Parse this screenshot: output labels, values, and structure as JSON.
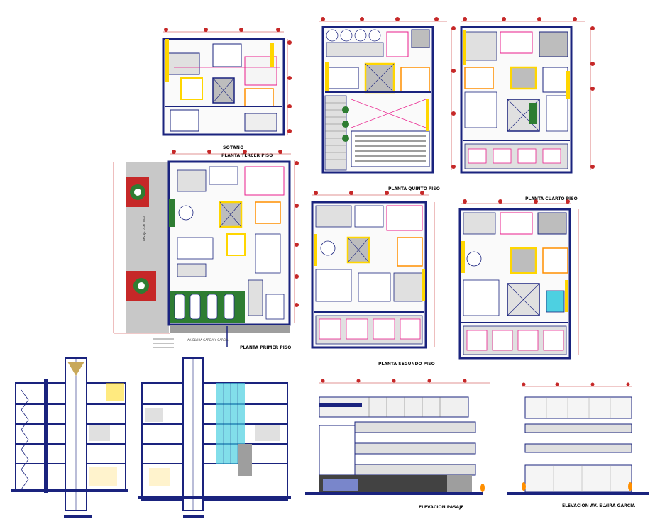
{
  "labels": {
    "sotano": "SOTANO",
    "tercer": "PLANTA TERCER PISO",
    "quinto": "PLANTA QUINTO PISO",
    "cuarto": "PLANTA CUARTO PISO",
    "primer": "PLANTA PRIMER PISO",
    "segundo": "PLANTA SEGUNDO PISO",
    "elev_pasaje": "ELEVACION PASAJE",
    "elev_av": "ELEVACION AV. ELVIRA GARCIA",
    "street": "AV. ELVIRA GARCIA Y GARCIA",
    "pasaje": "PASAJE PEATONAL"
  },
  "colors": {
    "wall": "#1a237e",
    "accent_yellow": "#ffd600",
    "accent_magenta": "#e91e8c",
    "accent_orange": "#ff8f00",
    "grid_red": "#c62828",
    "garden_green": "#2e7d32",
    "planter_red": "#c62828",
    "floor_grey": "#bdbdbd",
    "glass_cyan": "#4dd0e1"
  }
}
